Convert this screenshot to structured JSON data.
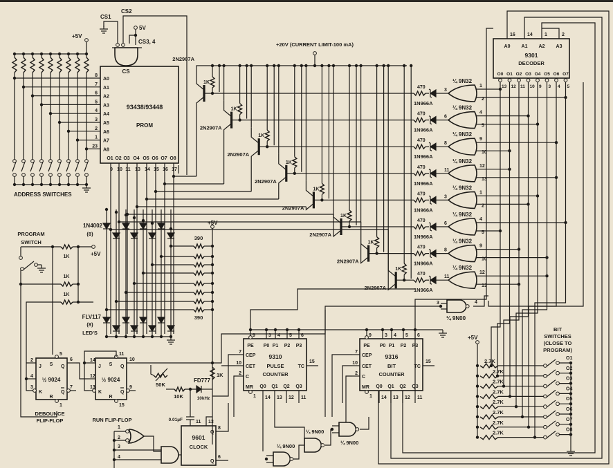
{
  "address": {
    "supply": "+5V",
    "pins": [
      "A0",
      "A1",
      "A2",
      "A3",
      "A4",
      "A5",
      "A6",
      "A7",
      "A8"
    ],
    "pin_numbers": [
      "8",
      "7",
      "6",
      "5",
      "4",
      "3",
      "2",
      "1",
      "23"
    ],
    "label": "ADDRESS SWITCHES"
  },
  "prom": {
    "part": "93438/93448",
    "type": "PROM",
    "cs": "CS",
    "cs1": "CS1",
    "cs2": "CS2",
    "cs34": "CS3, 4",
    "supply": "5V",
    "outputs": [
      "O1",
      "O2",
      "O3",
      "O4",
      "O5",
      "O6",
      "O7",
      "O8"
    ],
    "output_pins": [
      "9",
      "10",
      "11",
      "13",
      "14",
      "15",
      "16",
      "17"
    ]
  },
  "drivers": {
    "supply": "+20V (CURRENT LIMIT-100 mA)",
    "transistor": "2N2907A",
    "base_resistor": "1K",
    "series_resistor": "470",
    "zener": "1N966A",
    "gate": "¼ 9N32",
    "gate_pins": [
      [
        "3",
        "1",
        "2"
      ],
      [
        "6",
        "4",
        "5"
      ],
      [
        "8",
        "9",
        "10"
      ],
      [
        "11",
        "12",
        "13"
      ],
      [
        "3",
        "1",
        "2"
      ],
      [
        "6",
        "4",
        "5"
      ],
      [
        "8",
        "9",
        "10"
      ],
      [
        "11",
        "12",
        "13"
      ]
    ]
  },
  "decoder": {
    "part": "9301",
    "type": "DECODER",
    "inputs": [
      "A0",
      "A1",
      "A2",
      "A3"
    ],
    "input_pins": [
      "16",
      "14",
      "1",
      "2"
    ],
    "outputs": [
      "O0",
      "O1",
      "O2",
      "O3",
      "O4",
      "O5",
      "O6",
      "O7"
    ],
    "output_pins": [
      "13",
      "12",
      "11",
      "10",
      "9",
      "3",
      "4",
      "5"
    ]
  },
  "pulse_counter": {
    "part": "9310",
    "line1": "PULSE",
    "line2": "COUNTER",
    "pin_labels": [
      "PE",
      "P0",
      "P1",
      "P2",
      "P3",
      "CEP",
      "CET",
      "C",
      "MR",
      "Q0",
      "Q1",
      "Q2",
      "Q3",
      "TC"
    ],
    "pin_numbers": [
      "9",
      "3",
      "4",
      "5",
      "6",
      "7",
      "10",
      "2",
      "1",
      "14",
      "13",
      "12",
      "11",
      "15"
    ]
  },
  "bit_counter": {
    "part": "9316",
    "line1": "BIT",
    "line2": "COUNTER",
    "pin_labels": [
      "PE",
      "P0",
      "P1",
      "P2",
      "P3",
      "CEP",
      "CET",
      "C",
      "MR",
      "Q0",
      "Q1",
      "Q2",
      "Q3",
      "TC"
    ],
    "pin_numbers": [
      "9",
      "3",
      "4",
      "5",
      "6",
      "7",
      "10",
      "2",
      "1",
      "14",
      "13",
      "12",
      "11",
      "15"
    ]
  },
  "flip_flops": {
    "part": "½ 9024",
    "letters": {
      "S": "S",
      "J": "J",
      "K": "K",
      "Q": "Q",
      "Qbar": "Q",
      "R": "R"
    },
    "debounce": {
      "label1": "DEBOUNCE",
      "label2": "FLIP-FLOP",
      "S": "5",
      "J": "2",
      "aux": "4",
      "K": "3",
      "Q": "6",
      "Qbar": "7",
      "R": "1"
    },
    "run": {
      "label": "RUN FLIP-FLOP",
      "S": "11",
      "J": "14",
      "aux": "12",
      "K": "13",
      "Q": "10",
      "Qbar": "9",
      "R": "15"
    }
  },
  "program_switch": {
    "label1": "PROGRAM",
    "label2": "SWITCH",
    "resistor": "1K",
    "supply": "+5V"
  },
  "leds": {
    "diode": "1N4002",
    "diode_count": "(8)",
    "led": "FLV117",
    "led_count": "(8)",
    "led_label": "LED'S",
    "resistor": "390",
    "supply": "+5V"
  },
  "clock": {
    "part": "9601",
    "type": "CLOCK",
    "capacitor": "0.01µF",
    "pot": "50K",
    "resistor": "10K",
    "diode": "FD777",
    "frequency": "10kHz",
    "pullup": "1K",
    "pins": [
      "11",
      "13",
      "8",
      "6"
    ],
    "out_q": "Q",
    "out_qbar": "Q",
    "gate_pins": [
      "1",
      "2",
      "3",
      "4"
    ]
  },
  "nand": {
    "label": "¼ 9N00",
    "pins": [
      "3",
      "4"
    ]
  },
  "bit_switches": {
    "supply": "+5V",
    "resistor": "2.7K",
    "labels": [
      "O1",
      "O2",
      "O3",
      "O4",
      "O5",
      "O6",
      "O7",
      "O8"
    ],
    "title": [
      "BIT",
      "SWITCHES",
      "(CLOSE TO",
      "PROGRAM)"
    ]
  },
  "colors": {
    "paper": "#ece4d2",
    "ink": "#1d1b18"
  }
}
